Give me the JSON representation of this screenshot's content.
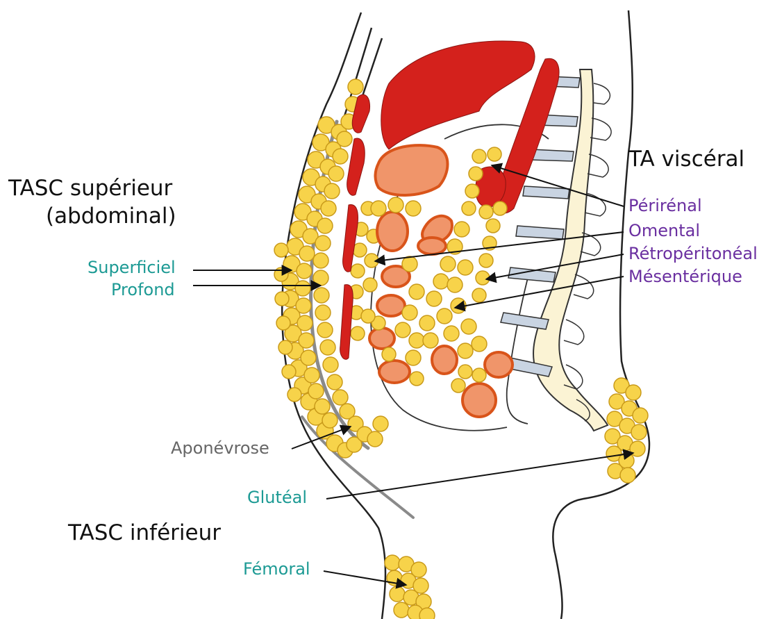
{
  "labels": {
    "tasc_sup_line1": "TASC supérieur",
    "tasc_sup_line2": "(abdominal)",
    "superficiel": "Superficiel",
    "profond": "Profond",
    "aponevrose": "Aponévrose",
    "gluteal": "Glutéal",
    "tasc_inf": "TASC inférieur",
    "femoral": "Fémoral",
    "ta_visceral": "TA viscéral",
    "perirenal": "Périrénal",
    "omental": "Omental",
    "retroperitoneal": "Rétropéritonéal",
    "mesenterique": "Mésentérique"
  },
  "colors": {
    "fat_fill": "#f7d34a",
    "fat_stroke": "#c99a1a",
    "muscle": "#d4211c",
    "organ_fill": "#f0956a",
    "organ_stroke": "#d9541a",
    "bone_fill": "#fbf3d4",
    "disc_fill": "#c9d4e2",
    "aponeurosis": "#8a8a8a",
    "teal_text": "#1c9a94",
    "purple_text": "#6a2fa0"
  }
}
